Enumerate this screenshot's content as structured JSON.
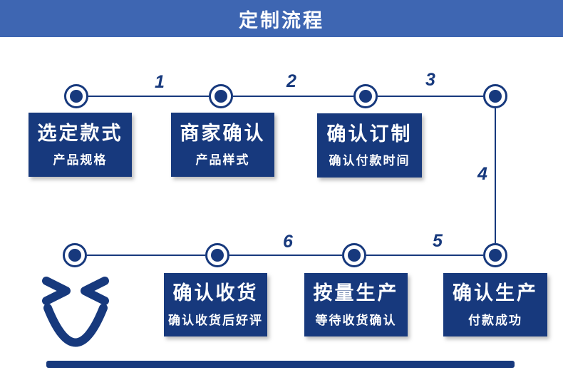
{
  "header": {
    "title": "定制流程"
  },
  "colors": {
    "header_bg": "#3E66B2",
    "navy": "#17397D",
    "text_on_navy": "#FFFFFF",
    "background": "#FFFFFF"
  },
  "connector_labels": [
    "1",
    "2",
    "3",
    "4",
    "5",
    "6"
  ],
  "boxes": [
    {
      "title": "选定款式",
      "subtitle": "产品规格"
    },
    {
      "title": "商家确认",
      "subtitle": "产品样式"
    },
    {
      "title": "确认订制",
      "subtitle": "确认付款时间"
    },
    {
      "title": "确认生产",
      "subtitle": "付款成功"
    },
    {
      "title": "按量生产",
      "subtitle": "等待收货确认"
    },
    {
      "title": "确认收货",
      "subtitle": "确认收货后好评"
    }
  ],
  "icons": {
    "smiley": "winking-smiley-face-icon"
  }
}
